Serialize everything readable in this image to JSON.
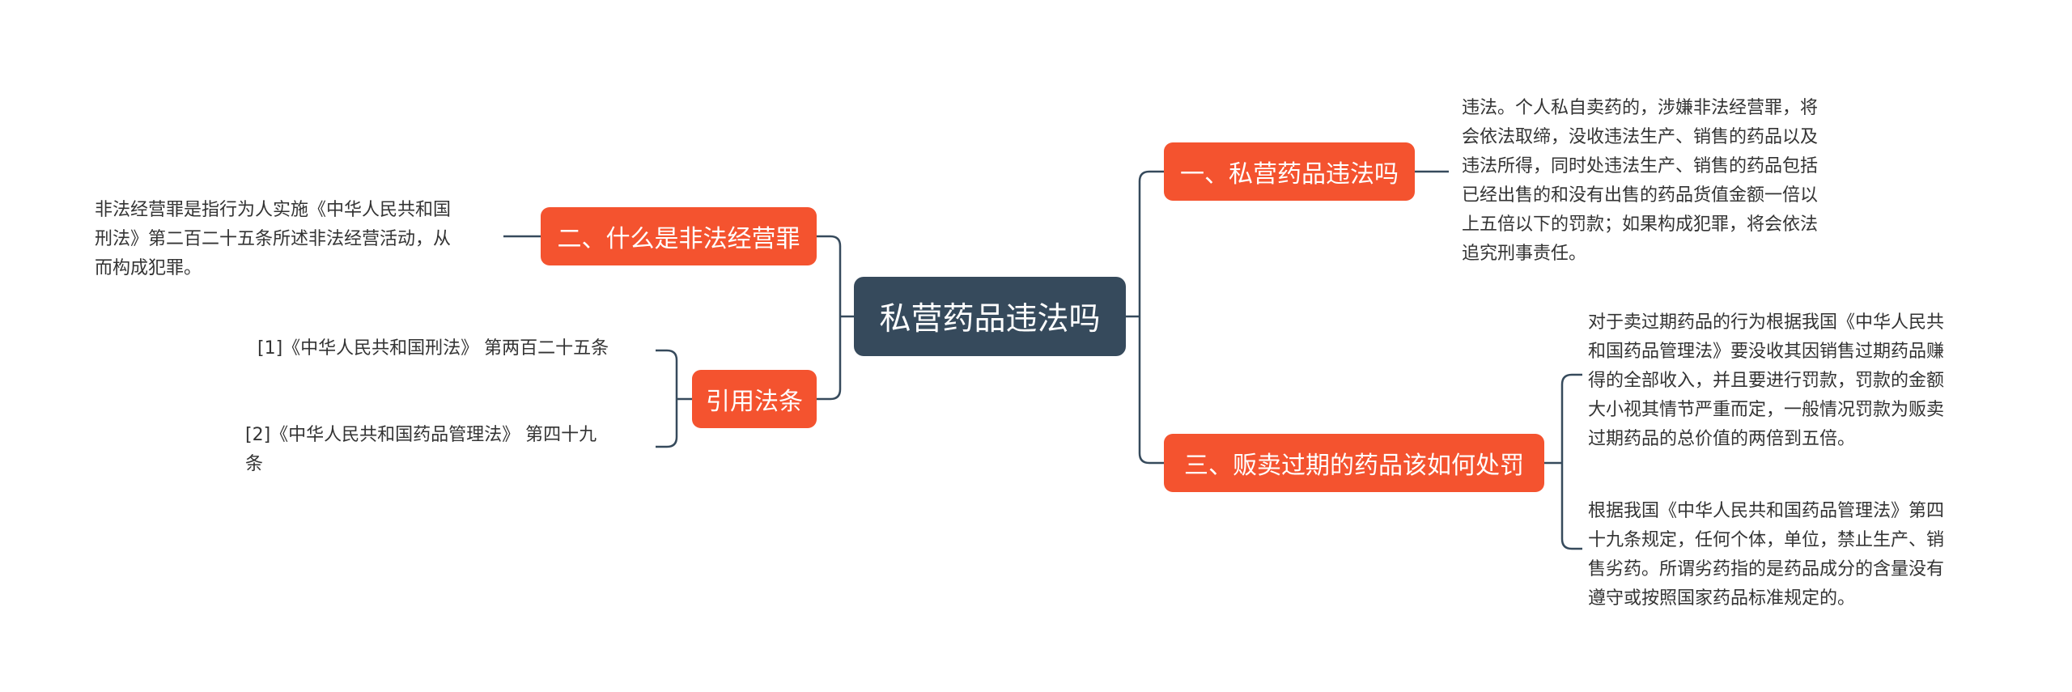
{
  "root": {
    "label": "私营药品违法吗"
  },
  "branches": {
    "illegal": {
      "label": "一、私营药品违法吗",
      "detail": [
        "违法。个人私自卖药的，涉嫌非法经营罪，将",
        "会依法取缔，没收违法生产、销售的药品以及",
        "违法所得，同时处违法生产、销售的药品包括",
        "已经出售的和没有出售的药品货值金额一倍以",
        "上五倍以下的罚款；如果构成犯罪，将会依法",
        "追究刑事责任。"
      ]
    },
    "crime": {
      "label": "二、什么是非法经营罪",
      "detail": [
        "非法经营罪是指行为人实施《中华人民共和国",
        "刑法》第二百二十五条所述非法经营活动，从",
        "而构成犯罪。"
      ]
    },
    "expired": {
      "label": "三、贩卖过期的药品该如何处罚",
      "detail_1": [
        "对于卖过期药品的行为根据我国《中华人民共",
        "和国药品管理法》要没收其因销售过期药品赚",
        "得的全部收入，并且要进行罚款，罚款的金额",
        "大小视其情节严重而定，一般情况罚款为贩卖",
        "过期药品的总价值的两倍到五倍。"
      ],
      "detail_2": [
        "根据我国《中华人民共和国药品管理法》第四",
        "十九条规定，任何个体，单位，禁止生产、销",
        "售劣药。所谓劣药指的是药品成分的含量没有",
        "遵守或按照国家药品标准规定的。"
      ]
    },
    "laws": {
      "label": "引用法条",
      "items": [
        [
          "[1]《中华人民共和国刑法》 第两百二十五条"
        ],
        [
          "[2]《中华人民共和国药品管理法》 第四十九",
          "条"
        ]
      ]
    }
  },
  "colors": {
    "root_fill": "#364a5c",
    "branch_fill": "#f4532f",
    "connector": "#364a5c",
    "leaf_text": "#333333"
  }
}
